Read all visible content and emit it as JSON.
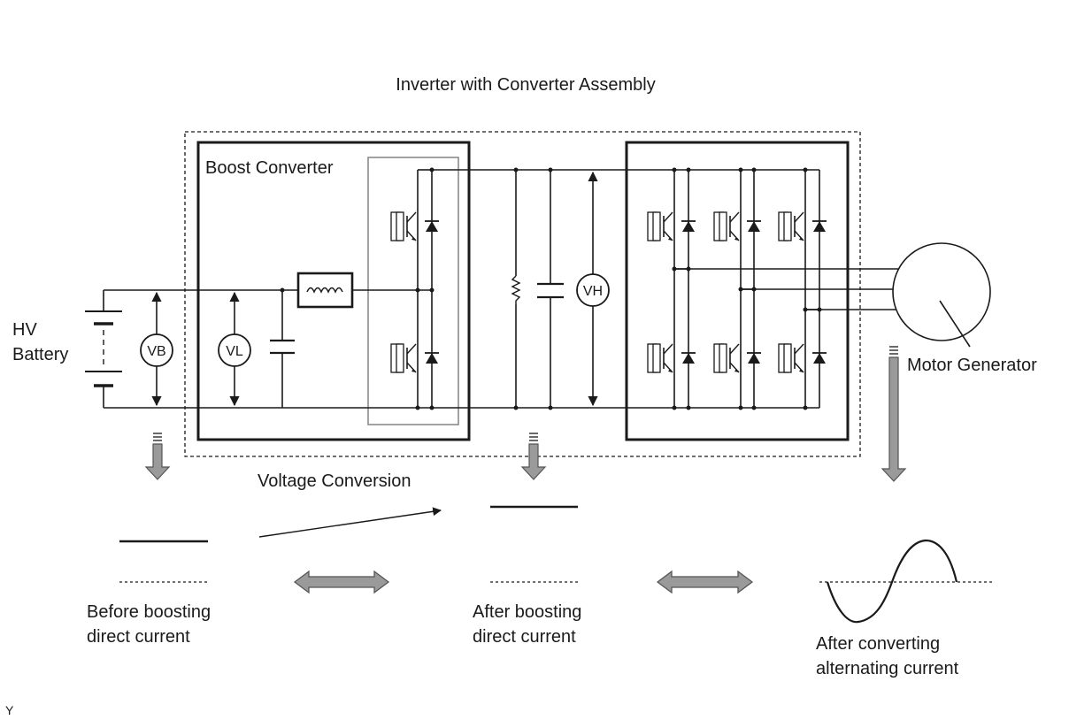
{
  "labels": {
    "title": "Inverter with Converter Assembly",
    "boost_converter": "Boost Converter",
    "hv_battery_line1": "HV",
    "hv_battery_line2": "Battery",
    "motor_generator": "Motor Generator",
    "voltage_conversion": "Voltage Conversion",
    "before_line1": "Before boosting",
    "before_line2": "direct current",
    "after_boost_line1": "After boosting",
    "after_boost_line2": "direct current",
    "after_convert_line1": "After converting",
    "after_convert_line2": "alternating current",
    "corner_mark": "Y"
  },
  "meters": {
    "vb": "VB",
    "vl": "VL",
    "vh": "VH"
  },
  "colors": {
    "line": "#1a1a1a",
    "arrow_fill": "#9a9a9a",
    "box_grey": "#8a8a8a"
  }
}
